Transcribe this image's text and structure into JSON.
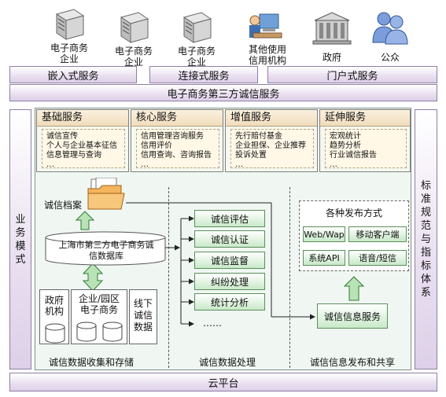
{
  "top_entities": [
    {
      "icon": "server-icon",
      "label_line1": "电子商务",
      "label_line2": "企业"
    },
    {
      "icon": "server-icon",
      "label_line1": "电子商务",
      "label_line2": "企业"
    },
    {
      "icon": "server-icon",
      "label_line1": "电子商务",
      "label_line2": "企业"
    },
    {
      "icon": "person-computer-icon",
      "label_line1": "其他使用",
      "label_line2": "信用机构"
    },
    {
      "icon": "government-building-icon",
      "label_line1": "政府",
      "label_line2": ""
    },
    {
      "icon": "people-icon",
      "label_line1": "公众",
      "label_line2": ""
    }
  ],
  "service_bars": {
    "embedded": "嵌入式服务",
    "connected": "连接式服务",
    "portal": "门户式服务",
    "third_party": "电子商务第三方诚信服务"
  },
  "side_labels": {
    "left": [
      "业",
      "务",
      "模",
      "式"
    ],
    "right": [
      "标",
      "准",
      "规",
      "范",
      "与",
      "指",
      "标",
      "体",
      "系"
    ]
  },
  "services": [
    {
      "title": "基础服务",
      "lines": [
        "诚信宣传",
        "个人与企业基本征信",
        "信息管理与查询",
        "…"
      ]
    },
    {
      "title": "核心服务",
      "lines": [
        "信用管理咨询服务",
        "信用评价",
        "信用查询、咨询报告",
        "…"
      ]
    },
    {
      "title": "增值服务",
      "lines": [
        "先行赔付基金",
        "企业担保、企业推荐",
        "投诉处置",
        "…"
      ]
    },
    {
      "title": "延伸服务",
      "lines": [
        "宏观统计",
        "趋势分析",
        "行业诚信报告",
        "…"
      ]
    }
  ],
  "collection": {
    "archive_label": "诚信档案",
    "database_label": "上海市第三方电子商务诚信数据库",
    "sources": [
      {
        "line1": "政府",
        "line2": "机构"
      },
      {
        "line1": "企业/园区",
        "line2": "电子商务"
      },
      {
        "line1": "线下",
        "line2": "诚信",
        "line3": "数据"
      }
    ]
  },
  "processing": {
    "steps": [
      "诚信评估",
      "诚信认证",
      "诚信监督",
      "纠纷处理",
      "统计分析"
    ],
    "more": "……"
  },
  "publishing": {
    "title": "各种发布方式",
    "methods": [
      "Web/Wap",
      "移动客户端",
      "系统API",
      "语音/短信"
    ],
    "service": "诚信信息服务"
  },
  "section_captions": {
    "collection": "诚信数据收集和存储",
    "processing": "诚信数据处理",
    "publishing": "诚信信息发布和共享"
  },
  "bottom_bar": "云平台",
  "colors": {
    "accent_purple": "#ddd0e8",
    "panel_green": "#f0f7f2",
    "button_green": "#c9e9c9",
    "service_yellow": "#fff8e7"
  }
}
